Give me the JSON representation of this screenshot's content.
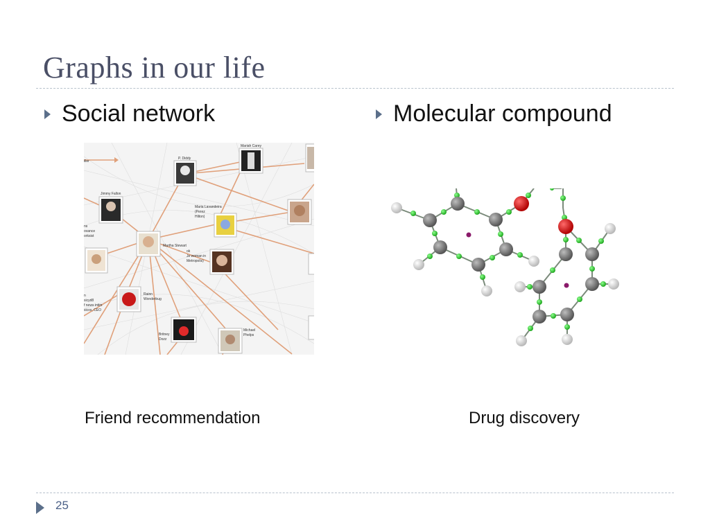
{
  "slide": {
    "title": "Graphs in our life",
    "number": "25"
  },
  "left": {
    "bullet": "Social network",
    "caption": "Friend recommendation",
    "labels": {
      "top_left": "iller",
      "p_diddy": "P. Diddy",
      "mariah_carey": "Mariah Carey",
      "jimmy_fallon": "Jimmy Fallon",
      "maria_1": "Maria Lavandeira",
      "maria_2": "(Perez",
      "maria_3": "Hilton)",
      "martha": "Martha Stewart",
      "left_text_1": "ns",
      "left_text_2": "ovance",
      "left_text_3": "orksist",
      "mid_text_1": "ok",
      "mid_text_2": "Je woman in",
      "mid_text_3": "Metropolis)",
      "rainn_1": "Rainn",
      "rainn_2": "Wonderbug",
      "bottom_left_1": "n",
      "bottom_left_2": "sicyd8",
      "bottom_left_3": "f news intim",
      "bottom_left_4": "sicos, CEO",
      "britney_1": "Britney",
      "britney_2": "Dozz",
      "michael_1": "Michael",
      "michael_2": "Phelps"
    }
  },
  "right": {
    "bullet": "Molecular compound",
    "caption": "Drug discovery"
  },
  "colors": {
    "title": "#4a4f66",
    "bullet_arrow": "#5b6f8a",
    "edge": "#e0a07a",
    "carbon": "#7a7a7a",
    "oxygen": "#d41414",
    "hydrogen": "#e4e4e4",
    "bond_node": "#33cc33",
    "center": "#8a1a6a"
  }
}
